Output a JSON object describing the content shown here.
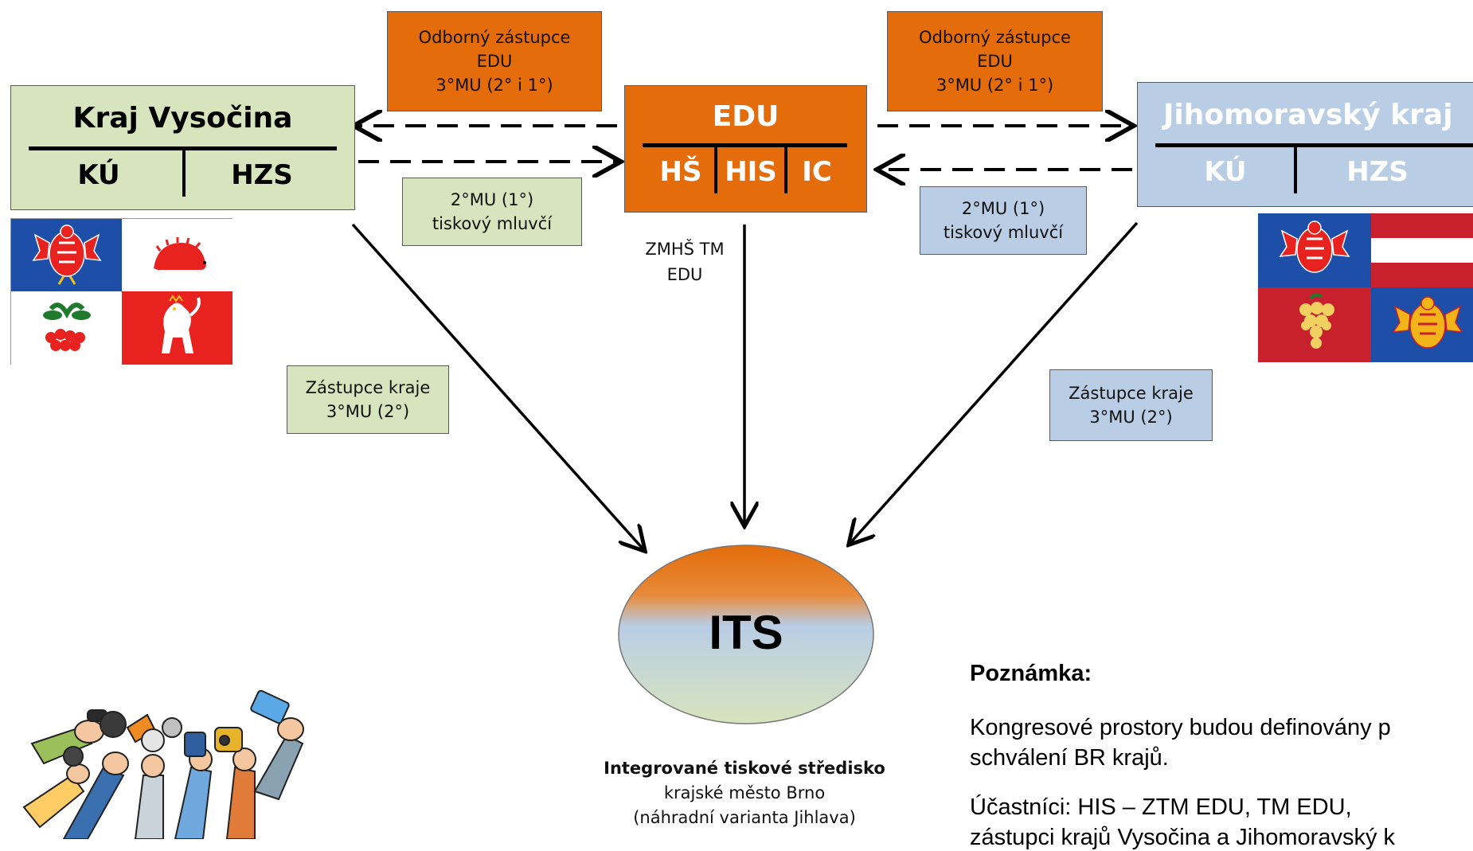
{
  "left_region": {
    "title": "Kraj Vysočina",
    "col1": "KÚ",
    "col2": "HZS",
    "color": "#d7e4bd"
  },
  "center_region": {
    "title": "EDU",
    "col1": "HŠ",
    "col2": "HIS",
    "col3": "IC",
    "color": "#e46c0a"
  },
  "right_region": {
    "title": "Jihomoravský kraj",
    "col1": "KÚ",
    "col2": "HZS",
    "color": "#b9cde5"
  },
  "labels": {
    "odborny_left": [
      "Odborný zástupce",
      "EDU",
      "3°MU (2° i 1°)"
    ],
    "odborny_right": [
      "Odborný zástupce",
      "EDU",
      "3°MU (2° i 1°)"
    ],
    "mluvci_left": [
      "2°MU (1°)",
      "tiskový mluvčí"
    ],
    "mluvci_right": [
      "2°MU (1°)",
      "tiskový mluvčí"
    ],
    "zastupce_left": [
      "Zástupce kraje",
      "3°MU (2°)"
    ],
    "zastupce_right": [
      "Zástupce kraje",
      "3°MU (2°)"
    ],
    "center_arrow": [
      "ZMHŠ TM",
      "EDU"
    ]
  },
  "its": {
    "title": "ITS",
    "caption_bold": "Integrované tiskové středisko",
    "caption_line2": "krajské město Brno",
    "caption_line3": "(náhradní varianta Jihlava)"
  },
  "note": {
    "heading": "Poznámka:",
    "line1": "Kongresové prostory budou definovány p",
    "line2": "schválení BR krajů.",
    "line3": "Účastníci: HIS – ZTM EDU,  TM EDU,",
    "line4": "zástupci krajů Vysočina a Jihomoravský k"
  },
  "icons": {
    "flag_vysocina": "vysocina-flag-icon",
    "flag_jihomoravsky": "jihomoravsky-flag-icon",
    "press": "press-microphones-icon"
  }
}
